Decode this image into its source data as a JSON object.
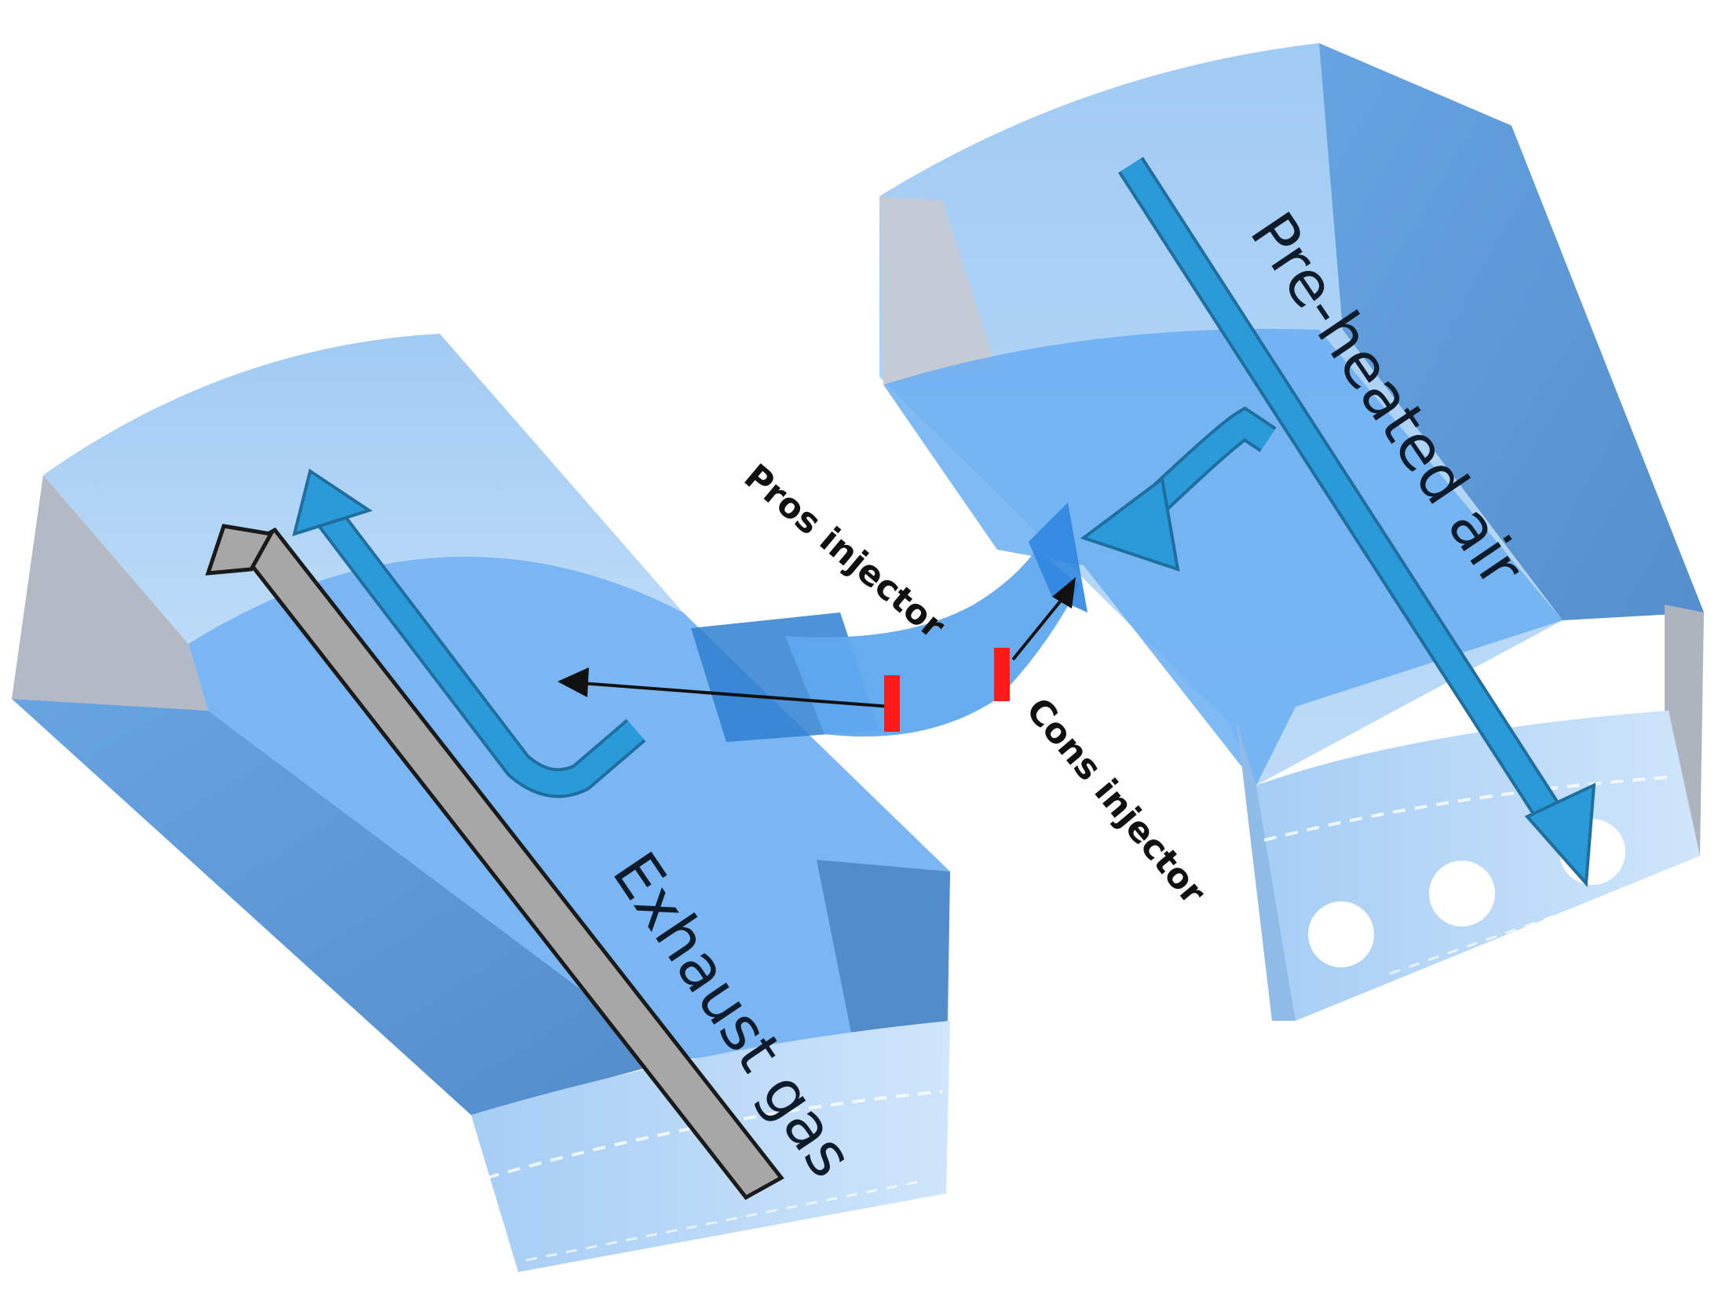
{
  "labels": {
    "preheated_air": "Pre-heated air",
    "exhaust_gas": "Exhaust gas",
    "pros_injector": "Pros injector",
    "cons_injector": "Cons injector"
  },
  "colors": {
    "background": "#ffffff",
    "channel_light": "#a9cdf2",
    "channel_mid": "#68aef0",
    "channel_dark": "#4f8fd0",
    "flow_arrow": "#2a9ad8",
    "exhaust_arrow": "#a7a7a7",
    "injector_marker": "#ff1a1a"
  }
}
